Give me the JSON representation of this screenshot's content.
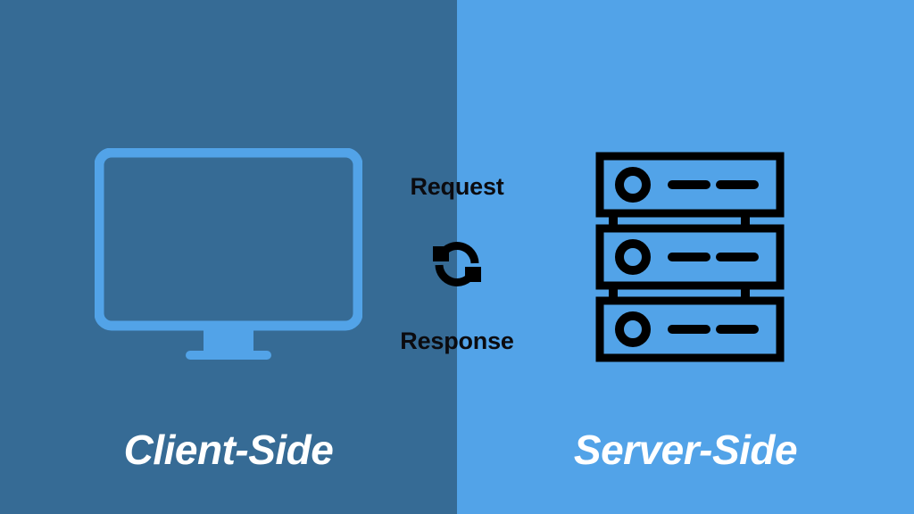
{
  "diagram": {
    "title": "Client-Side and Server-Side request/response exchange",
    "colors": {
      "left_panel_bg": "#366b95",
      "right_panel_bg": "#52a3e8",
      "monitor_icon": "#52a3e8",
      "server_icon": "#000000",
      "caption_text": "#ffffff",
      "exchange_text": "#0b0b0f"
    },
    "left": {
      "caption": "Client-Side",
      "icon_name": "monitor-icon"
    },
    "right": {
      "caption": "Server-Side",
      "icon_name": "server-rack-icon",
      "rack_count": 3
    },
    "exchange": {
      "request_label": "Request",
      "response_label": "Response",
      "icon_name": "sync-arrows-icon"
    }
  }
}
